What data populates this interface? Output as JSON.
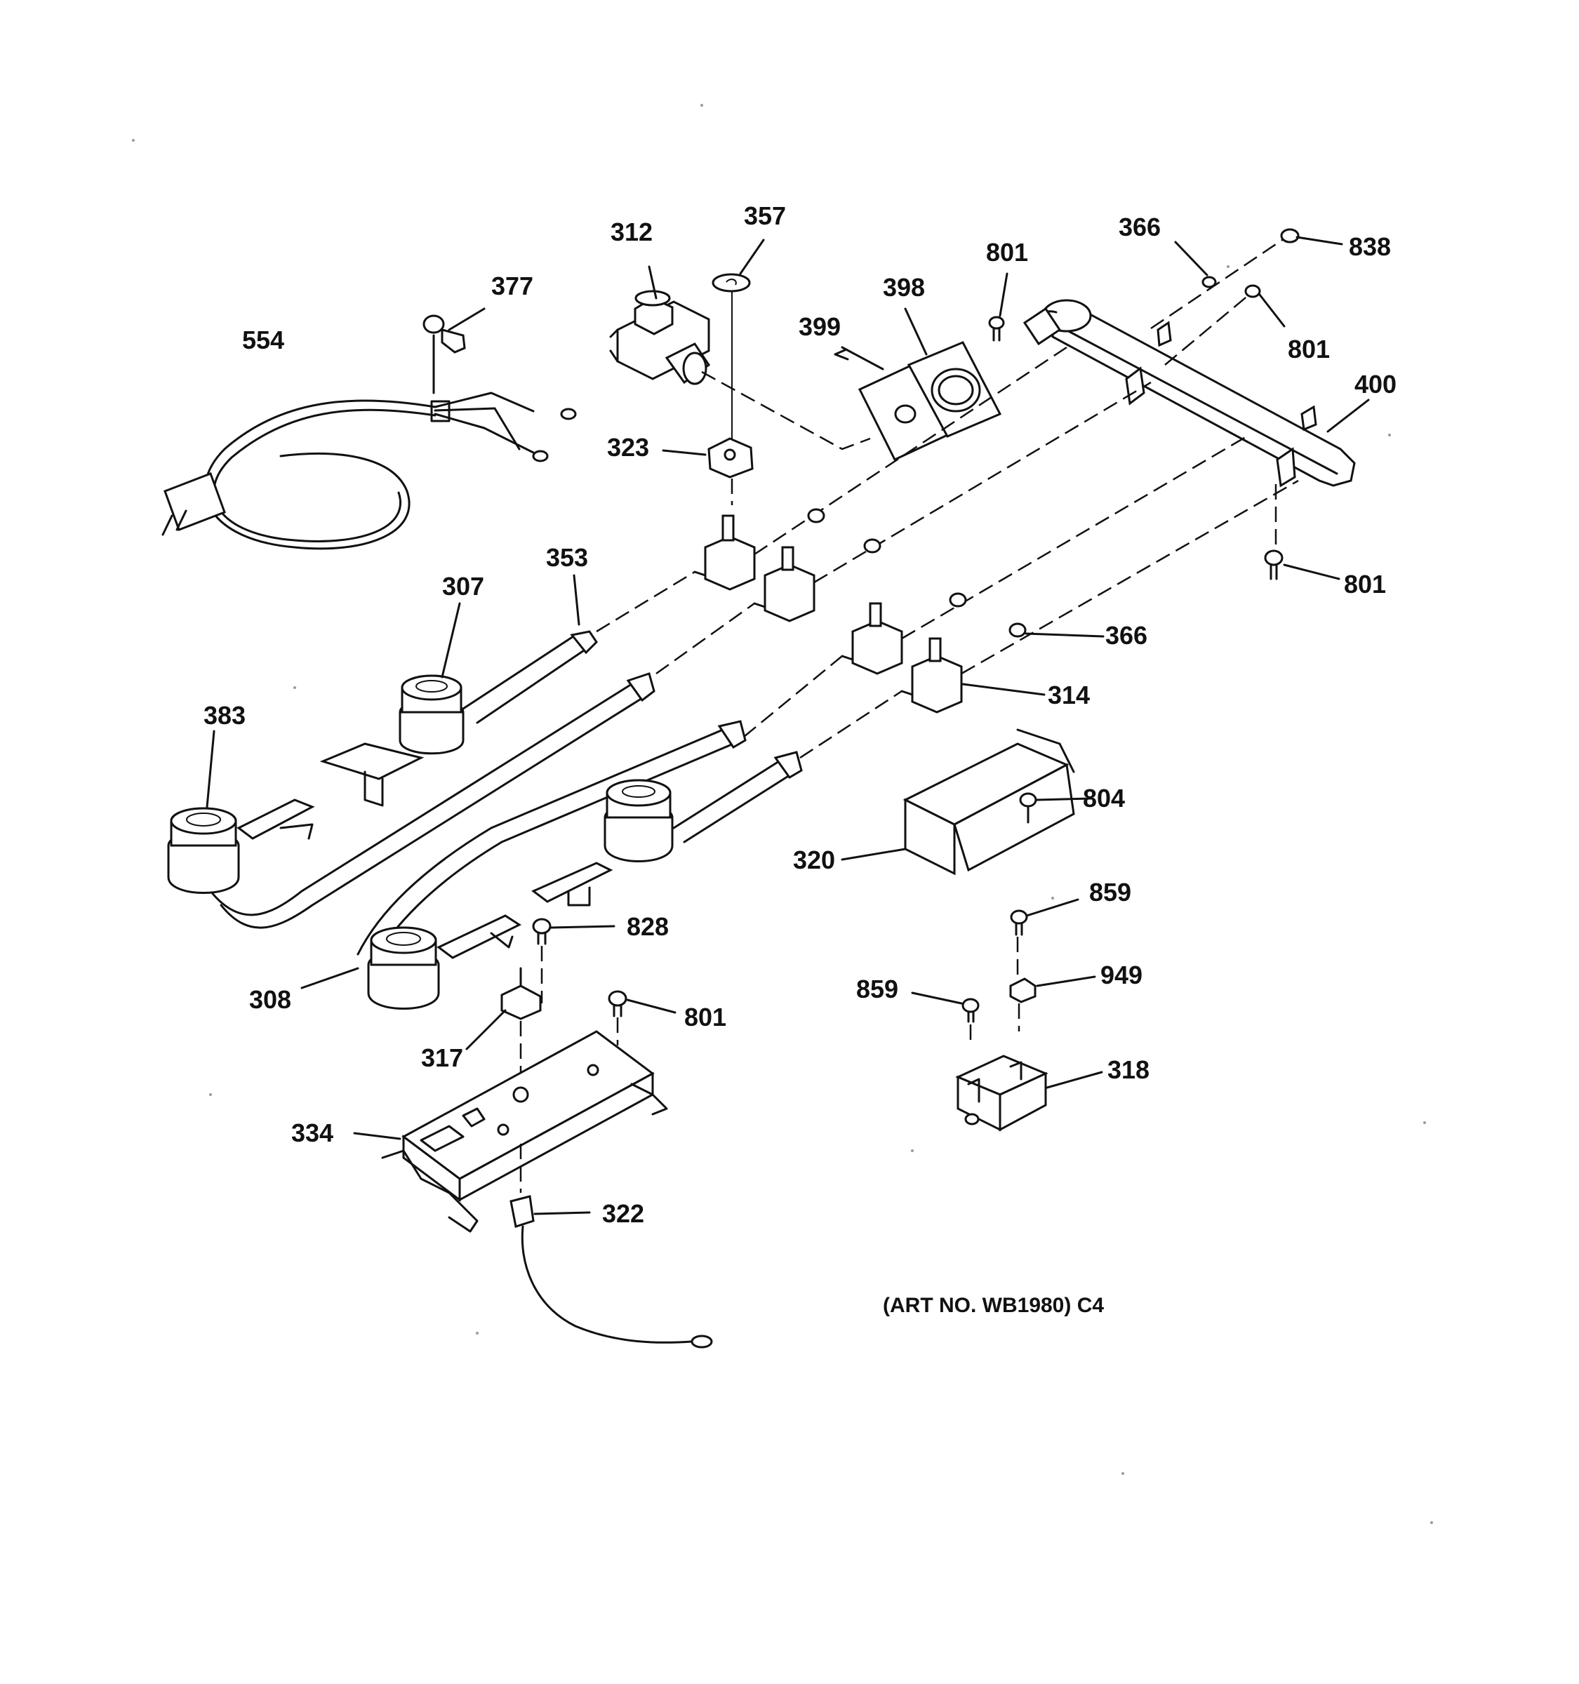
{
  "labels": {
    "l312": "312",
    "l357": "357",
    "l377": "377",
    "l554": "554",
    "l399": "399",
    "l398": "398",
    "l801a": "801",
    "l366a": "366",
    "l838": "838",
    "l801b": "801",
    "l400": "400",
    "l323": "323",
    "l801c": "801",
    "l353": "353",
    "l307": "307",
    "l366b": "366",
    "l314": "314",
    "l383": "383",
    "l804": "804",
    "l320": "320",
    "l859a": "859",
    "l828": "828",
    "l859b": "859",
    "l949": "949",
    "l308": "308",
    "l801d": "801",
    "l317": "317",
    "l318": "318",
    "l334": "334",
    "l322": "322"
  },
  "art_number": "(ART NO. WB1980) C4"
}
